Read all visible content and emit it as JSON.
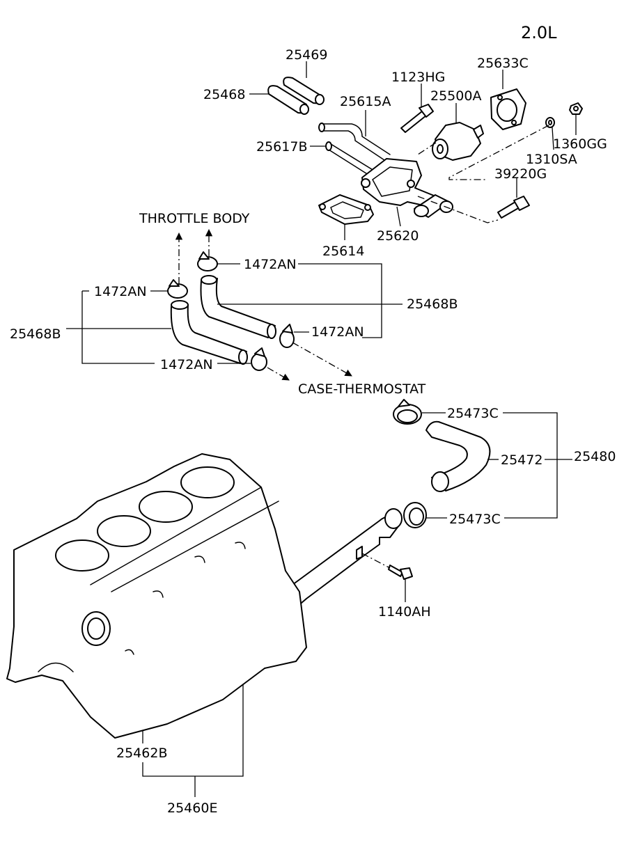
{
  "variant": "2.0L",
  "callouts": {
    "hose_25469": "25469",
    "hose_25468": "25468",
    "pipe_25615A": "25615A",
    "pipe_25617B": "25617B",
    "bolt_1123HG": "1123HG",
    "thermostat_25500A": "25500A",
    "gasket_25633C": "25633C",
    "nut_1360GG": "1360GG",
    "washer_1310SA": "1310SA",
    "sensor_39220G": "39220G",
    "gasket_25614": "25614",
    "housing_25620": "25620",
    "clamp_1472AN_upper_right": "1472AN",
    "clamp_1472AN_upper_left": "1472AN",
    "clamp_1472AN_mid_right": "1472AN",
    "clamp_1472AN_lower": "1472AN",
    "hose_25468B_right": "25468B",
    "hose_25468B_left": "25468B",
    "clamp_25473C_top": "25473C",
    "clamp_25473C_bottom": "25473C",
    "hose_25472": "25472",
    "assy_25480": "25480",
    "bolt_1140AH": "1140AH",
    "oring_25462B": "25462B",
    "pipe_25460E": "25460E"
  },
  "annotations": {
    "throttle_body": "THROTTLE BODY",
    "case_thermostat": "CASE-THERMOSTAT"
  }
}
